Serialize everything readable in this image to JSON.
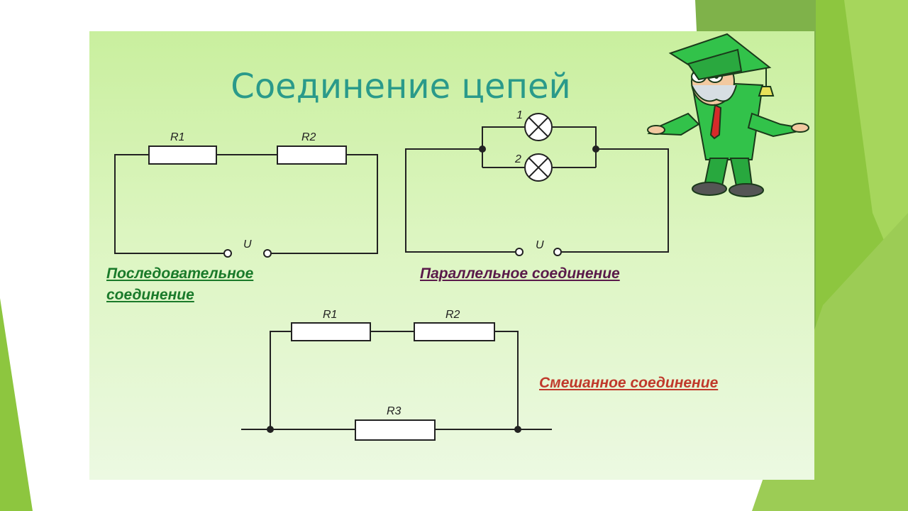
{
  "slide": {
    "title": "Соединение цепей",
    "labels": {
      "series": "Последовательное соединение",
      "parallel": "Параллельное соединение",
      "mixed": "Смешанное соединение"
    }
  },
  "series_circuit": {
    "r1": "R1",
    "r2": "R2",
    "u": "U"
  },
  "parallel_circuit": {
    "lamp1": "1",
    "lamp2": "2",
    "u": "U"
  },
  "mixed_circuit": {
    "r1": "R1",
    "r2": "R2",
    "r3": "R3"
  },
  "colors": {
    "title": "#2a9a8a",
    "series_label": "#1a7a2a",
    "parallel_label": "#5a1a4a",
    "mixed_label": "#c0392b",
    "slide_bg": "#d4f2b4",
    "accent_green": "#8cc63f"
  },
  "icons": [
    "professor-cartoon",
    "lamp-icon",
    "resistor",
    "terminal"
  ]
}
